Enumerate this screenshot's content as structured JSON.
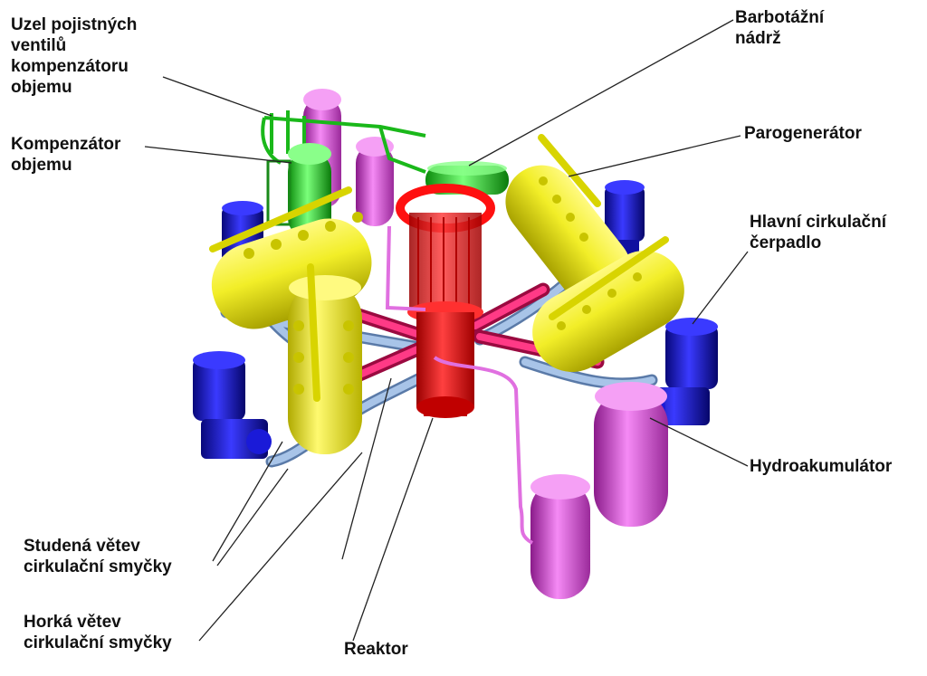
{
  "labels": {
    "safety_valves": "Uzel pojistných\nventilů\nkompenzátoru\nobjemu",
    "pressurizer": "Kompenzátor\nobjemu",
    "bubbler_tank": "Barbotážní\nnádrž",
    "steam_generator": "Parogenerátor",
    "main_pump": "Hlavní cirkulační\nčerpadlo",
    "accumulator": "Hydroakumulátor",
    "cold_leg": "Studená větev\ncirkulační smyčky",
    "hot_leg": "Horká větev\ncirkulační smyčky",
    "reactor": "Reaktor"
  },
  "colors": {
    "reactor": "#ff1010",
    "steam_generator": "#f2ee28",
    "pump": "#1a1ad8",
    "accumulator": "#d84ad8",
    "pressurizer": "#2ad82a",
    "hot_leg": "#e8206a",
    "cold_leg": "#8fb0d8",
    "label_text": "#111111",
    "leader_line": "#222222"
  }
}
